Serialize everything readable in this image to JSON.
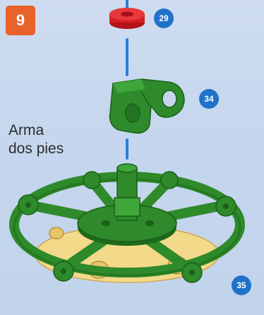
{
  "step": {
    "number": "9",
    "color": "#e8622a"
  },
  "instruction": {
    "text": "Arma\ndos pies"
  },
  "callouts": [
    {
      "id": "part-29",
      "label": "29"
    },
    {
      "id": "part-34",
      "label": "34"
    },
    {
      "id": "part-35",
      "label": "35"
    }
  ],
  "colors": {
    "background": "#c9d8ee",
    "part_green": "#2e8a2a",
    "part_red": "#e0252b",
    "part_yellow": "#f3d98a",
    "callout_blue": "#1f72c9",
    "guide_line": "#2b7de0"
  }
}
